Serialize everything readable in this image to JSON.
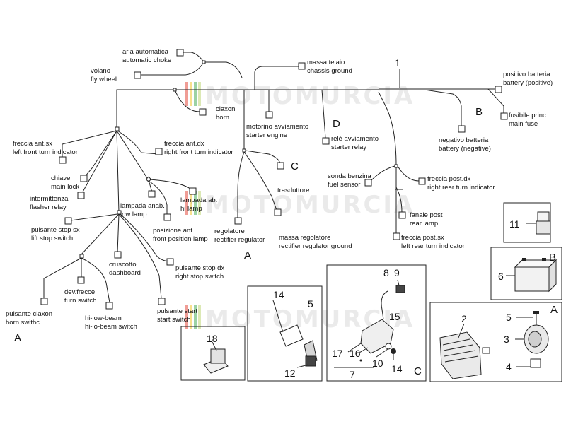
{
  "watermark": {
    "text": "MOTOMURCIA",
    "colors": [
      "#e23b2e",
      "#f2c21b",
      "#3aa64a",
      "#b9d36b"
    ]
  },
  "labels": {
    "aria_it": "aria automatica",
    "aria_en": "automatic choke",
    "volano_it": "volano",
    "volano_en": "fly wheel",
    "massa_it": "massa telaio",
    "massa_en": "chassis ground",
    "num_1": "1",
    "pos_it": "positivo batteria",
    "pos_en": "battery (positive)",
    "claxon_it": "claxon",
    "claxon_en": "horn",
    "motorino_it": "motorino avviamento",
    "motorino_en": "starter engine",
    "sec_d": "D",
    "sec_b_top": "B",
    "fus_it": "fusibile princ.",
    "fus_en": "main fuse",
    "rele_it": "relè avviamento",
    "rele_en": "starter relay",
    "neg_it": "negativo batteria",
    "neg_en": "battery (negative)",
    "fsx_it": "freccia ant.sx",
    "fsx_en": "left front turn indicator",
    "fdx_it": "freccia ant.dx",
    "fdx_en": "right front turn indicator",
    "sec_c": "C",
    "sonda_it": "sonda benzina",
    "sonda_en": "fuel sensor",
    "fpdx_it": "freccia post.dx",
    "fpdx_en": "right rear turn indicator",
    "chiave_it": "chiave",
    "chiave_en": "main lock",
    "inter_it": "intermittenza",
    "inter_en": "flasher relay",
    "lamp_it": "lampada anab.",
    "lamp_en": "low lamp",
    "lampab_it": "lampada ab.",
    "lampab_en": "hi lamp",
    "trasd": "trasduttore",
    "fanale_it": "fanale post",
    "fanale_en": "rear lamp",
    "num_11": "11",
    "stopsx_it": "pulsante stop sx",
    "stopsx_en": "lift stop switch",
    "posiz_it": "posizione ant.",
    "posiz_en": "front position lamp",
    "regol_it": "regolatore",
    "regol_en": "rectifier regulator",
    "massareg_it": "massa regolatore",
    "massareg_en": "rectifier regulator ground",
    "fpsx_it": "freccia post.sx",
    "fpsx_en": "left rear turn indicator",
    "crusc_it": "cruscotto",
    "crusc_en": "dashboard",
    "sec_a_mid": "A",
    "sec_b_right": "B",
    "num_6": "6",
    "stopdx_it": "pulsante stop dx",
    "stopdx_en": "right stop switch",
    "num_8": "8",
    "num_9": "9",
    "devf_it": "dev.frecce",
    "devf_en": "turn switch",
    "num_14a": "14",
    "num_5a": "5",
    "hilo_it": "hi-low-beam",
    "hilo_en": "hi-lo-beam switch",
    "start_it": "pulsante start",
    "start_en": "start switch",
    "claxpul_it": "pulsante claxon",
    "claxpul_en": "horn swithc",
    "num_15": "15",
    "num_2": "2",
    "num_5b": "5",
    "sec_a_right": "A",
    "sec_a_left": "A",
    "num_18": "18",
    "num_3": "3",
    "num_17": "17",
    "num_16": "16",
    "num_10": "10",
    "num_14b": "14",
    "num_4": "4",
    "num_12": "12",
    "num_7": "7",
    "sec_c_bottom": "C"
  }
}
